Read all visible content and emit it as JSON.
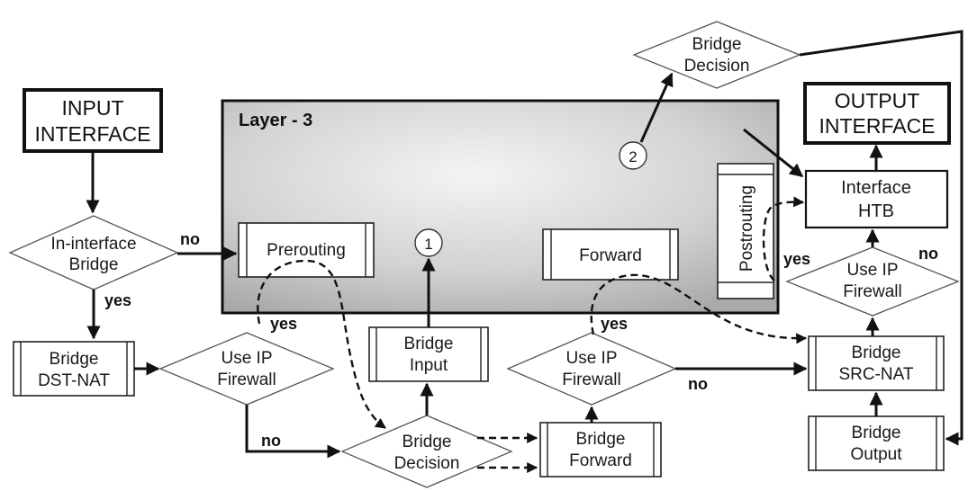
{
  "layer3": {
    "label": "Layer - 3"
  },
  "input_interface": {
    "line1": "INPUT",
    "line2": "INTERFACE"
  },
  "output_interface": {
    "line1": "OUTPUT",
    "line2": "INTERFACE"
  },
  "nodes": {
    "in_interface_bridge": {
      "line1": "In-interface",
      "line2": "Bridge"
    },
    "prerouting": {
      "label": "Prerouting"
    },
    "bridge_dst_nat": {
      "line1": "Bridge",
      "line2": "DST-NAT"
    },
    "use_ip_firewall_left": {
      "line1": "Use IP",
      "line2": "Firewall"
    },
    "bridge_input": {
      "line1": "Bridge",
      "line2": "Input"
    },
    "bridge_decision_bottom": {
      "line1": "Bridge",
      "line2": "Decision"
    },
    "bridge_forward": {
      "line1": "Bridge",
      "line2": "Forward"
    },
    "use_ip_firewall_mid": {
      "line1": "Use IP",
      "line2": "Firewall"
    },
    "forward": {
      "label": "Forward"
    },
    "postrouting": {
      "label": "Postrouting"
    },
    "interface_htb": {
      "line1": "Interface",
      "line2": "HTB"
    },
    "use_ip_firewall_right": {
      "line1": "Use IP",
      "line2": "Firewall"
    },
    "bridge_src_nat": {
      "line1": "Bridge",
      "line2": "SRC-NAT"
    },
    "bridge_output": {
      "line1": "Bridge",
      "line2": "Output"
    },
    "bridge_decision_top": {
      "line1": "Bridge",
      "line2": "Decision"
    }
  },
  "markers": {
    "one": "1",
    "two": "2"
  },
  "edge_labels": {
    "no_in_interface": "no",
    "yes_in_interface": "yes",
    "yes_fw_left": "yes",
    "no_fw_left": "no",
    "yes_fw_mid": "yes",
    "no_fw_mid": "no",
    "yes_fw_right": "yes",
    "no_fw_right": "no"
  }
}
